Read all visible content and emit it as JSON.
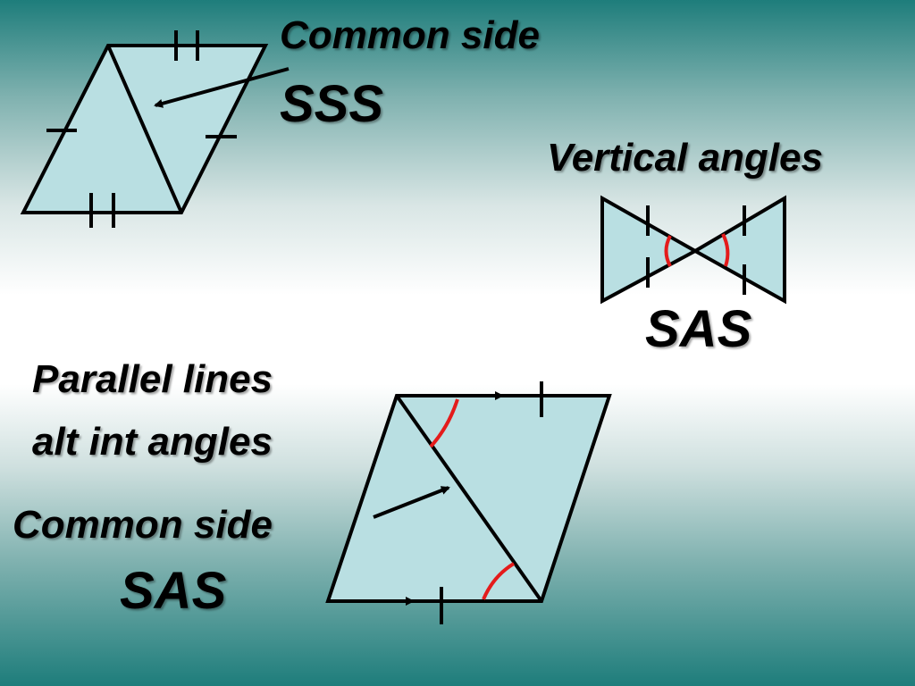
{
  "panels": {
    "sss": {
      "note": "Common side",
      "rule": "SSS"
    },
    "vertical": {
      "note": "Vertical angles",
      "rule": "SAS"
    },
    "parallel": {
      "note_line1": "Parallel lines",
      "note_line2": "alt int angles",
      "note_line3": "Common side",
      "rule": "SAS"
    }
  },
  "colors": {
    "shape_fill": "#b9dfe2",
    "stroke": "#000000",
    "angle_mark": "#e41b1b",
    "bg_edge": "#1e7d7b",
    "bg_center": "#ffffff"
  }
}
